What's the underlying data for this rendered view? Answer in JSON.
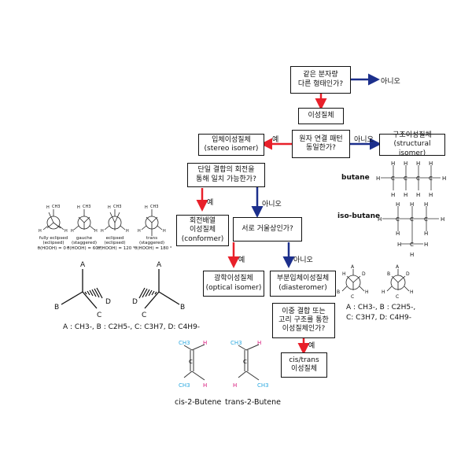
{
  "boxes": {
    "same_mass": [
      "같은 분자량",
      "다른 형태인가?"
    ],
    "isomer": "이성질체",
    "connectivity": [
      "원자 연결 패턴",
      "동일한가?"
    ],
    "stereo": [
      "입체이성질체",
      "(stereo isomer)"
    ],
    "structural": [
      "구조이성질체",
      "(structural isomer)"
    ],
    "rotation": [
      "단일 결합의 회전을",
      "통해 일치 가능한가?"
    ],
    "conformer": [
      "회전배열",
      "이성질체",
      "(conformer)"
    ],
    "mirror": "서로 거울상인가?",
    "optical": [
      "광학이성질체",
      "(optical isomer)"
    ],
    "diastereomer": [
      "부분입체이성질체",
      "(diasteromer)"
    ],
    "double_bond": [
      "이중 결합 또는",
      "고리 구조를 통한",
      "이성질체인가?"
    ],
    "cistrans": [
      "cis/trans",
      "이성질체"
    ]
  },
  "answers": {
    "no1": "아니오",
    "yes_stereo": "예",
    "no_structural": "아니오",
    "yes_conformer": "예",
    "no_mirror": "아니오",
    "yes_optical": "예",
    "no_diastereomer": "아니오",
    "yes_cistrans": "예"
  },
  "molecules": {
    "butane": "butane",
    "isobutane": "iso-butane",
    "cis": "cis-2-Butene",
    "trans": "trans-2-Butene"
  },
  "conformations": [
    {
      "name": [
        "fully eclipsed",
        "(eclipsed)"
      ],
      "angle": "θ(HOOH) = 0 °"
    },
    {
      "name": [
        "gauche",
        "(staggered)"
      ],
      "angle": "θ(HOOH) = 60 °"
    },
    {
      "name": [
        "eclipsed",
        "(eclipsed)"
      ],
      "angle": "θ(HOOH) = 120 °"
    },
    {
      "name": [
        "trans",
        "(staggered)"
      ],
      "angle": "θ(HOOH) = 180 °"
    }
  ],
  "legend_left": "A : CH3-,  B : C2H5-,  C: C3H7,  D: C4H9-",
  "legend_right": [
    "A : CH3-,  B : C2H5-,",
    "C: C3H7,  D: C4H9-"
  ],
  "atom_labels": {
    "A": "A",
    "B": "B",
    "C": "C",
    "D": "D",
    "H": "H",
    "CH3": "CH3"
  },
  "colors": {
    "yes_arrow": "#e8202a",
    "no_arrow": "#1c2f8c",
    "methyl": "#29a8e0",
    "hydrogen": "#d6157a"
  }
}
